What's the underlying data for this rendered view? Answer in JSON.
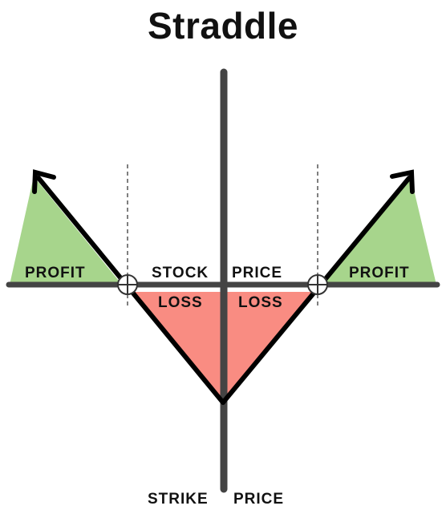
{
  "title": "Straddle",
  "labels": {
    "profit_left": "PROFIT",
    "profit_right": "PROFIT",
    "stock": "STOCK",
    "price_axis": "PRICE",
    "loss_left": "LOSS",
    "loss_right": "LOSS",
    "strike": "STRIKE",
    "strike_price": "PRICE"
  },
  "colors": {
    "profit_fill": "#a7d58c",
    "loss_fill": "#f98c82",
    "axis": "#444444",
    "payoff_line": "#000000",
    "breakeven_line": "#555555"
  },
  "icons": {
    "breakeven_marker": "crosshair-circle-icon",
    "payoff_arrow": "arrow-head-icon"
  }
}
